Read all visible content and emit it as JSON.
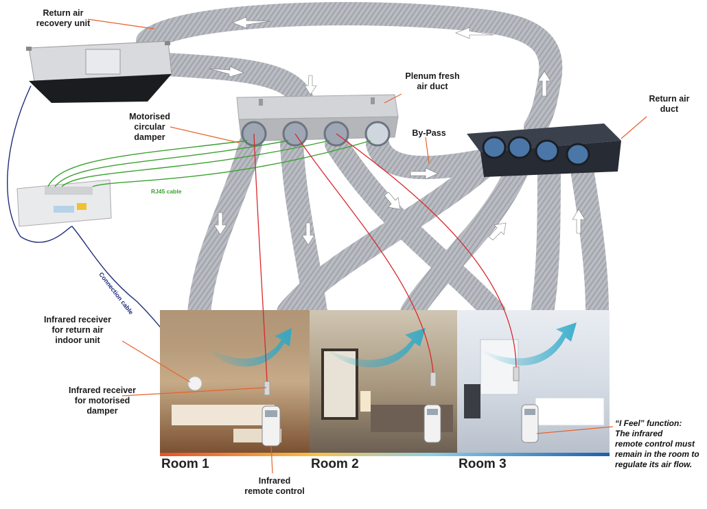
{
  "labels": {
    "return_air_recovery_unit": "Return air\nrecovery unit",
    "plenum_fresh_air_duct": "Plenum fresh\nair duct",
    "return_air_duct": "Return air\nduct",
    "motorised_circular_damper": "Motorised\ncircular\ndamper",
    "by_pass": "By-Pass",
    "rj45_cable": "RJ45 cable",
    "connection_cable": "Connection cable",
    "ir_receiver_return": "Infrared receiver\nfor return air\nindoor unit",
    "ir_receiver_damper": "Infrared  receiver\nfor motorised\ndamper",
    "ir_remote": "Infrared\nremote control",
    "room1": "Room 1",
    "room2": "Room 2",
    "room3": "Room 3",
    "i_feel": "“I Feel” function:\nThe infrared\nremote control must\nremain in the room to\nregulate its air flow."
  },
  "colors": {
    "duct": "#b9bcc2",
    "duct_dark": "#8d9097",
    "plenum": "#c9cbce",
    "return_duct_box": "#2e3440",
    "pointer_line": "#e8602c",
    "rj45": "#3aa12e",
    "ir_signal": "#d9262c",
    "connection_cable": "#1f2d7a",
    "airflow_arrow": "#2aa9c9"
  }
}
